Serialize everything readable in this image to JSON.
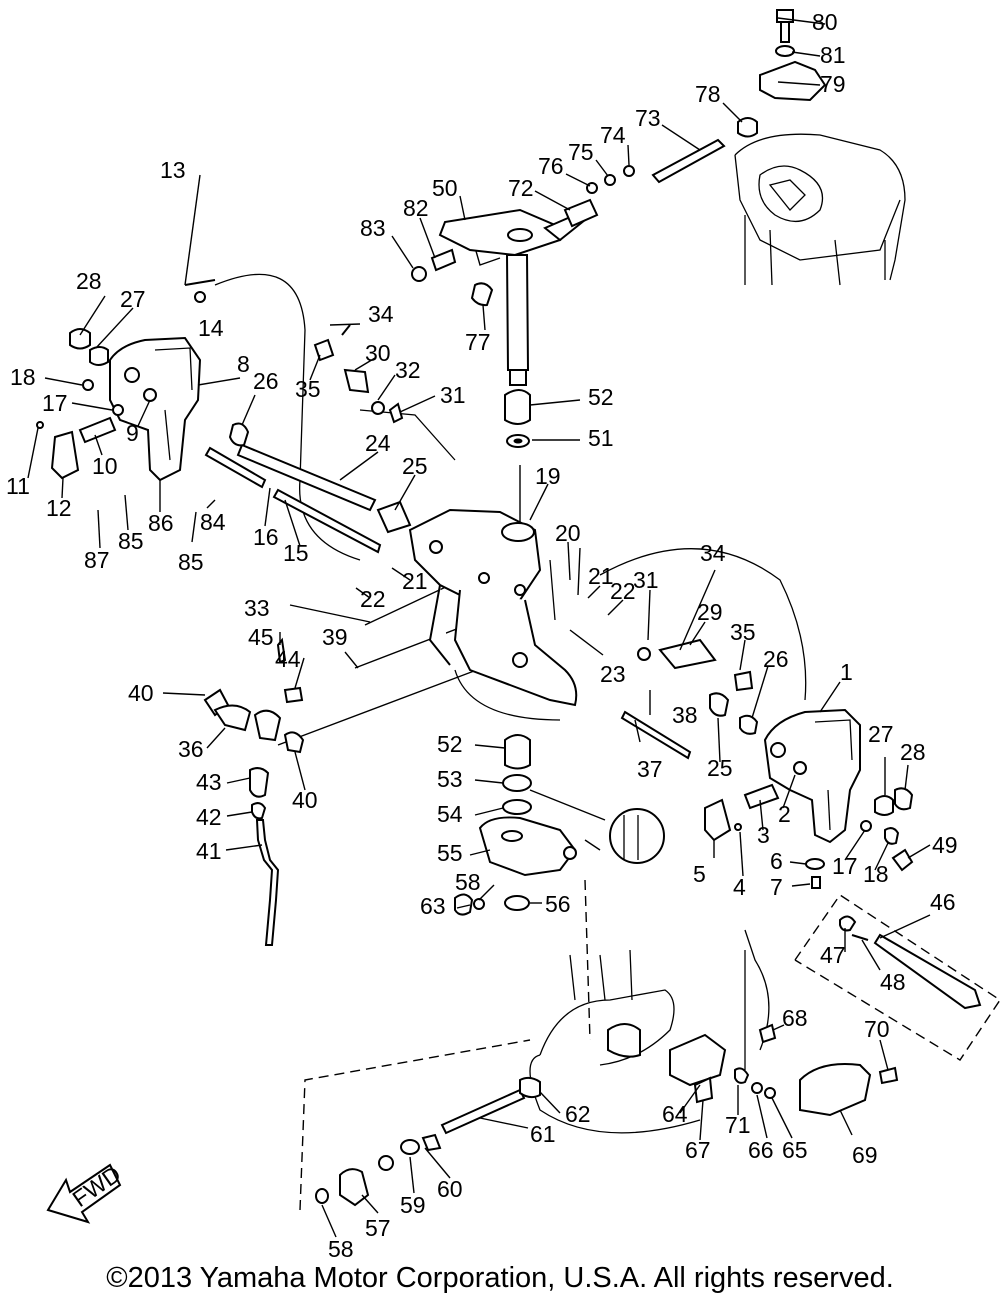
{
  "diagram": {
    "copyright": "©2013 Yamaha Motor Corporation, U.S.A. All rights reserved.",
    "fwd_label": "FWD",
    "callouts": [
      "1",
      "2",
      "3",
      "4",
      "5",
      "6",
      "7",
      "8",
      "9",
      "10",
      "11",
      "12",
      "13",
      "14",
      "15",
      "16",
      "17",
      "17",
      "18",
      "18",
      "19",
      "20",
      "21",
      "21",
      "22",
      "22",
      "23",
      "24",
      "25",
      "25",
      "26",
      "26",
      "27",
      "27",
      "28",
      "28",
      "29",
      "30",
      "31",
      "31",
      "32",
      "33",
      "34",
      "34",
      "35",
      "35",
      "36",
      "37",
      "38",
      "39",
      "40",
      "40",
      "41",
      "42",
      "43",
      "44",
      "45",
      "46",
      "47",
      "48",
      "49",
      "50",
      "51",
      "52",
      "52",
      "53",
      "54",
      "55",
      "56",
      "57",
      "58",
      "58",
      "59",
      "60",
      "61",
      "62",
      "63",
      "64",
      "65",
      "66",
      "67",
      "68",
      "69",
      "70",
      "71",
      "72",
      "73",
      "74",
      "75",
      "76",
      "77",
      "78",
      "79",
      "80",
      "81",
      "82",
      "83",
      "84",
      "85",
      "85",
      "86",
      "87"
    ]
  }
}
